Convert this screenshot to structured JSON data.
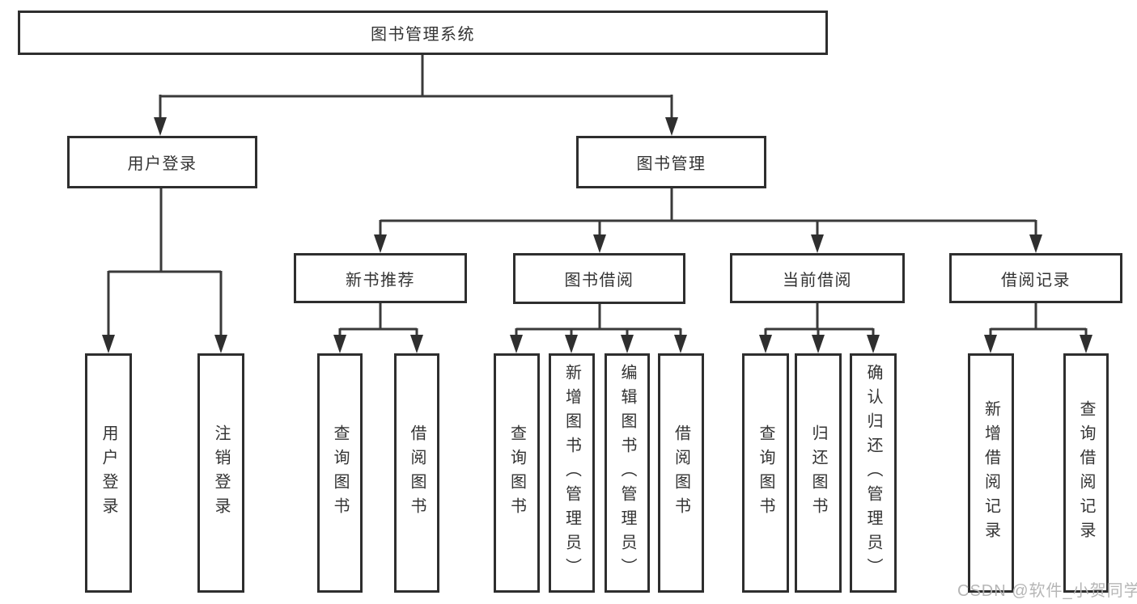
{
  "diagram": {
    "root": {
      "label": "图书管理系统"
    },
    "branches": [
      {
        "label": "用户登录",
        "children": [
          {
            "label": "用户登录"
          },
          {
            "label": "注销登录"
          }
        ]
      },
      {
        "label": "图书管理",
        "children": [
          {
            "label": "新书推荐",
            "children": [
              {
                "label": "查询图书"
              },
              {
                "label": "借阅图书"
              }
            ]
          },
          {
            "label": "图书借阅",
            "children": [
              {
                "label": "查询图书"
              },
              {
                "label": "新增图书（管理员）"
              },
              {
                "label": "编辑图书（管理员）"
              },
              {
                "label": "借阅图书"
              }
            ]
          },
          {
            "label": "当前借阅",
            "children": [
              {
                "label": "查询图书"
              },
              {
                "label": "归还图书"
              },
              {
                "label": "确认归还（管理员）"
              }
            ]
          },
          {
            "label": "借阅记录",
            "children": [
              {
                "label": "新增借阅记录"
              },
              {
                "label": "查询借阅记录"
              }
            ]
          }
        ]
      }
    ]
  },
  "watermark": {
    "text": "CSDN @软件_小贺同学"
  },
  "colors": {
    "background": "#ffffff",
    "box_border": "#2e2e2e",
    "connector": "#3a3a3a",
    "text": "#333333",
    "watermark": "#b2b2b2"
  }
}
